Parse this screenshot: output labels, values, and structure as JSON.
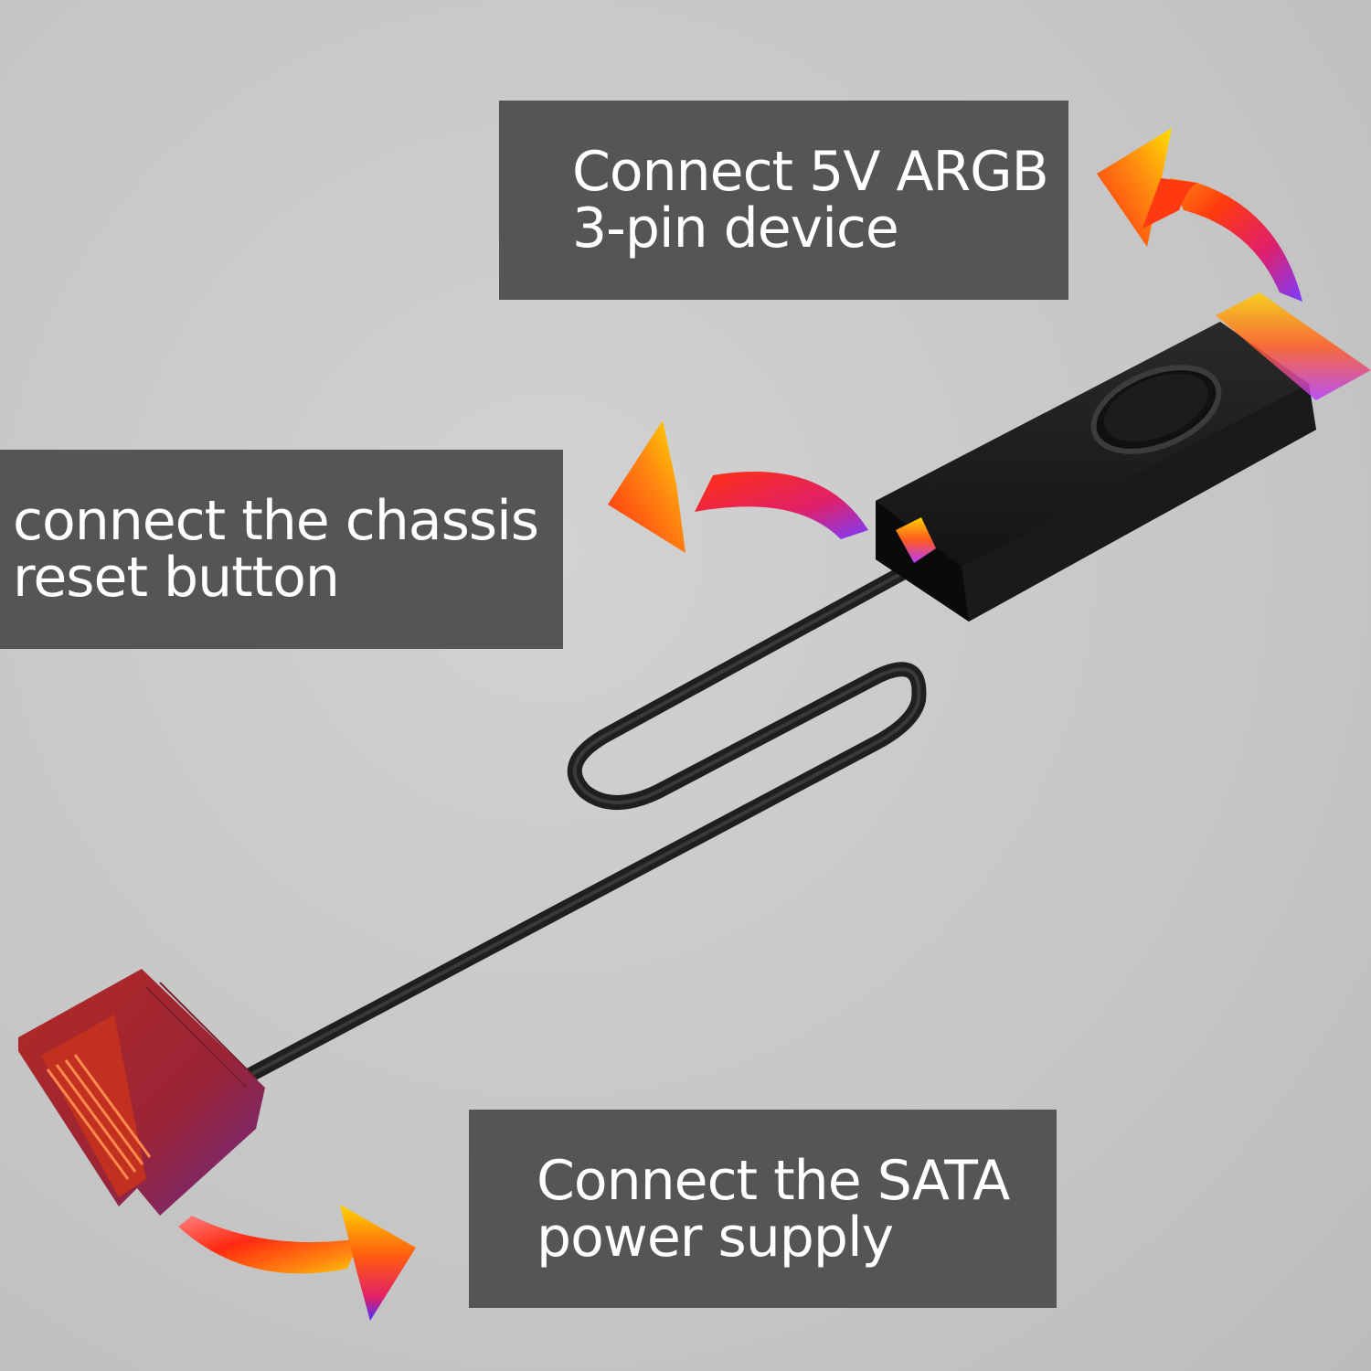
{
  "labels": {
    "argb": {
      "line1": "Connect 5V ARGB",
      "line2": "3-pin device"
    },
    "reset": {
      "line1": "connect the chassis",
      "line2": "reset button"
    },
    "sata": {
      "line1": "Connect the SATA",
      "line2": "power supply"
    }
  },
  "colors": {
    "label_background": "#555555",
    "label_text": "#ffffff",
    "cable": "#1f1f1f",
    "module_body": "#1c1c1c",
    "connector_red": "#a52828",
    "arrow_hot": "#ff2a10",
    "arrow_mid": "#ff7a10",
    "arrow_tip": "#ffd400",
    "arrow_tail": "#7a3cff"
  },
  "icons": [
    "curved-arrow-icon",
    "sata-connector-icon",
    "argb-controller-icon"
  ]
}
